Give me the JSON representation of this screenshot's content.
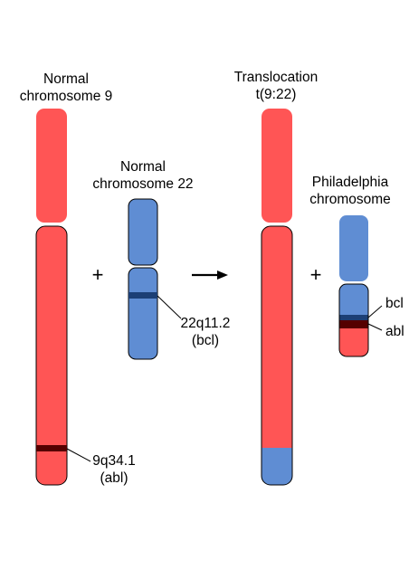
{
  "colors": {
    "chr9": "#ff5555",
    "chr22": "#5f8dd3",
    "abl_band": "#550000",
    "bcl_band": "#1c3f75",
    "outline": "#000000"
  },
  "left": {
    "chr9_title_line1": "Normal",
    "chr9_title_line2": "chromosome 9",
    "chr22_title_line1": "Normal",
    "chr22_title_line2": "chromosome 22",
    "plus": "+",
    "bcl_label_line1": "22q11.2",
    "bcl_label_line2": "(bcl)",
    "abl_label_line1": "9q34.1",
    "abl_label_line2": "(abl)"
  },
  "arrow": "arrow-right",
  "right": {
    "der9_title_line1": "Translocation",
    "der9_title_line2": "t(9:22)",
    "plus": "+",
    "ph_title_line1": "Philadelphia",
    "ph_title_line2": "chromosome",
    "bcl_label": "bcl",
    "abl_label": "abl"
  }
}
